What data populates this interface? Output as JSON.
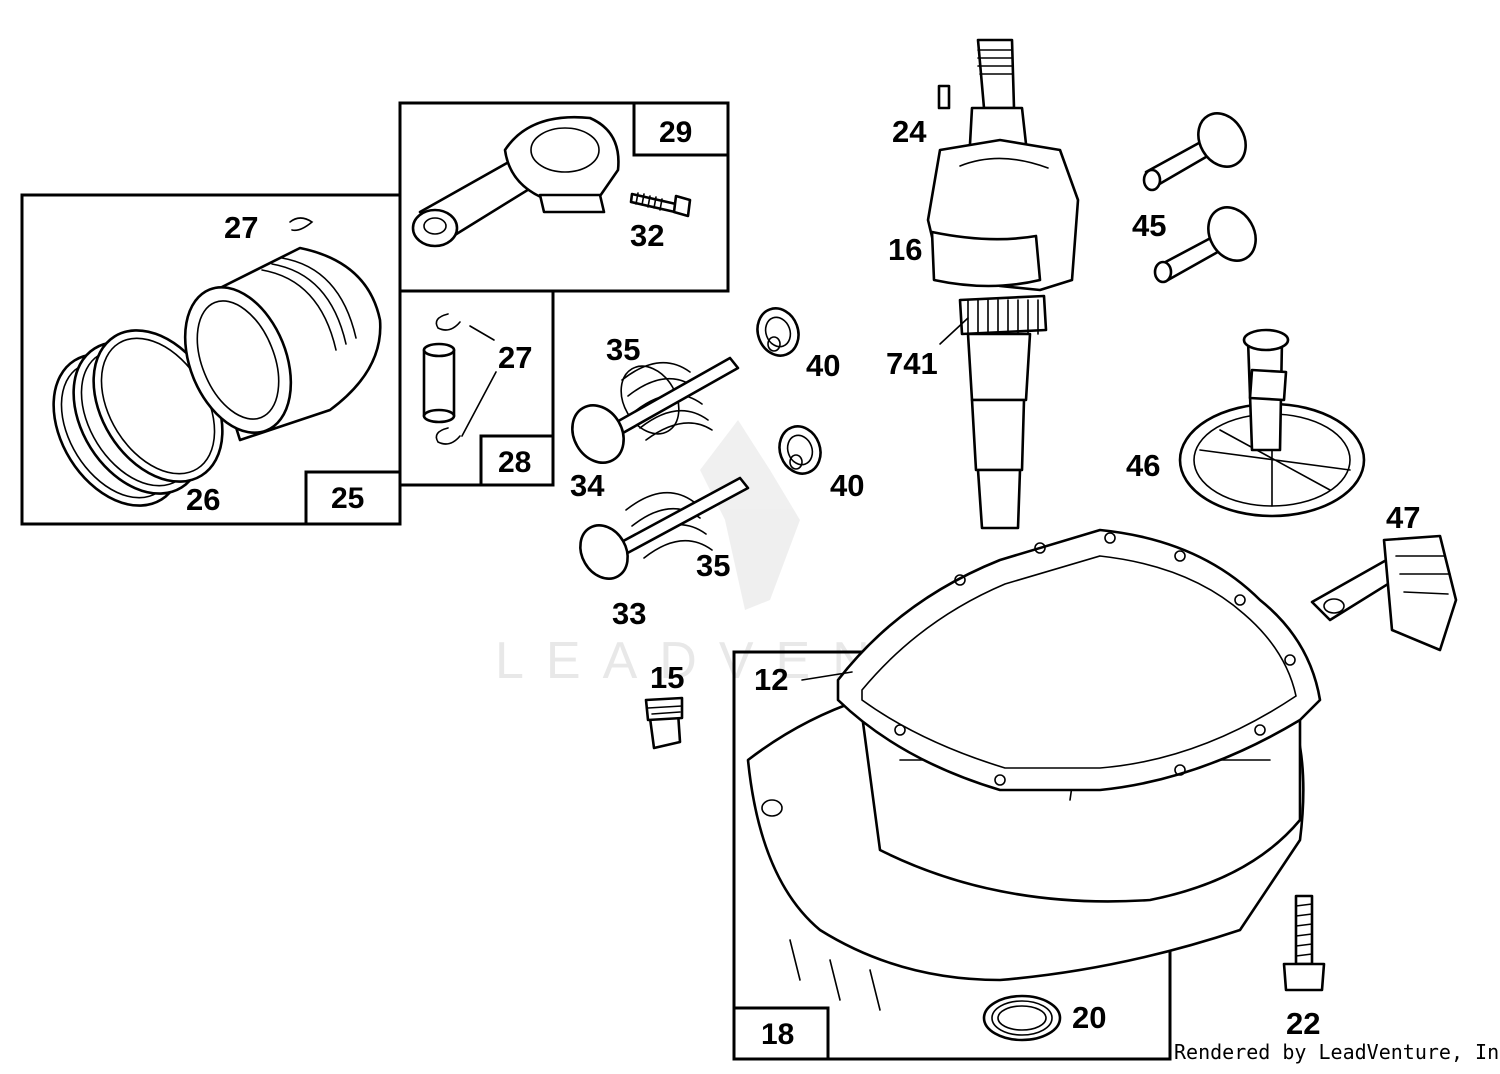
{
  "watermark": "LEADVENTURE",
  "credit": "Rendered by LeadVenture, Inc.",
  "callouts": {
    "p27a": "27",
    "p26": "26",
    "p25": "25",
    "p29": "29",
    "p32": "32",
    "p27b": "27",
    "p28": "28",
    "p35a": "35",
    "p34": "34",
    "p35b": "35",
    "p33": "33",
    "p40a": "40",
    "p40b": "40",
    "p24": "24",
    "p16": "16",
    "p741": "741",
    "p45": "45",
    "p46": "46",
    "p47": "47",
    "p15": "15",
    "p12": "12",
    "p18": "18",
    "p20": "20",
    "p22": "22"
  }
}
